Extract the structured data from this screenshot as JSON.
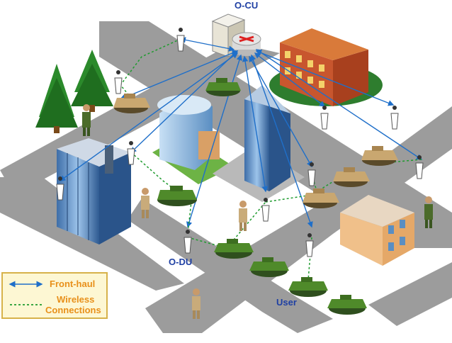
{
  "labels": {
    "ocu": "O-CU",
    "odu": "O-DU",
    "user": "User"
  },
  "legend": {
    "fronthaul": "Front-haul",
    "wireless_line1": "Wireless",
    "wireless_line2": "Connections"
  },
  "colors": {
    "fronthaul": "#1f6fc9",
    "wireless": "#1e9b2e",
    "label_blue": "#1e3fa3",
    "legend_text": "#e8901a",
    "road": "#9a9a9a",
    "lawn": "#5aa33a"
  },
  "icons": [
    "router-icon",
    "server-icon",
    "antenna-tower-icon",
    "tank-icon",
    "soldier-icon",
    "tree-icon",
    "building-icon",
    "skyscraper-icon"
  ]
}
